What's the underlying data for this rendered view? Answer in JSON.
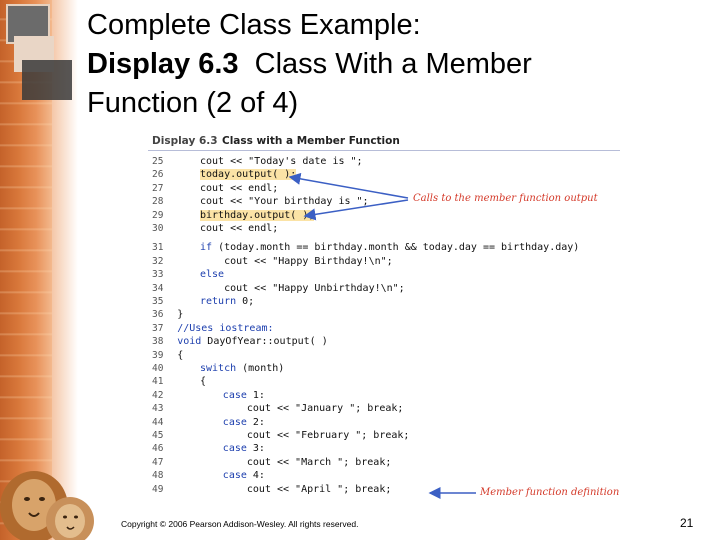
{
  "slide": {
    "title_line1": "Complete Class Example:",
    "title_line2_bold": "Display 6.3",
    "title_line2_rest": "  Class With a Member",
    "title_line3": "Function (2 of 4)",
    "copyright": "Copyright © 2006 Pearson Addison-Wesley. All rights reserved.",
    "page_number": "21"
  },
  "display": {
    "number": "Display 6.3",
    "caption": "Class with a Member Function",
    "annotation_calls": "Calls to the member function output",
    "annotation_definition": "Member function definition",
    "lines": [
      {
        "n": "25",
        "code": "cout << \"Today's date is \";"
      },
      {
        "n": "26",
        "code": "today.output( );",
        "highlight": true
      },
      {
        "n": "27",
        "code": "cout << endl;"
      },
      {
        "n": "28",
        "code": "cout << \"Your birthday is \";"
      },
      {
        "n": "29",
        "code": "birthday.output( );",
        "highlight": true
      },
      {
        "n": "30",
        "code": "cout << endl;"
      },
      {
        "n": "31",
        "code": "if (today.month == birthday.month && today.day == birthday.day)"
      },
      {
        "n": "32",
        "code": "    cout << \"Happy Birthday!\\n\";"
      },
      {
        "n": "33",
        "code": "else"
      },
      {
        "n": "34",
        "code": "    cout << \"Happy Unbirthday!\\n\";"
      },
      {
        "n": "35",
        "code": "return 0;"
      },
      {
        "n": "36",
        "code": "}"
      },
      {
        "n": "37",
        "code": "//Uses iostream:"
      },
      {
        "n": "38",
        "code": "void DayOfYear::output( )"
      },
      {
        "n": "39",
        "code": "{"
      },
      {
        "n": "40",
        "code": "switch (month)"
      },
      {
        "n": "41",
        "code": "{"
      },
      {
        "n": "42",
        "code": "case 1:"
      },
      {
        "n": "43",
        "code": "    cout << \"January \"; break;"
      },
      {
        "n": "44",
        "code": "case 2:"
      },
      {
        "n": "45",
        "code": "    cout << \"February \"; break;"
      },
      {
        "n": "46",
        "code": "case 3:"
      },
      {
        "n": "47",
        "code": "    cout << \"March \"; break;"
      },
      {
        "n": "48",
        "code": "case 4:"
      },
      {
        "n": "49",
        "code": "    cout << \"April \"; break;"
      }
    ]
  },
  "colors": {
    "annotation": "#d43a2a",
    "arrow": "#3b5fc4",
    "highlight": "#fbe3a6",
    "keyword": "#1d3fae"
  }
}
